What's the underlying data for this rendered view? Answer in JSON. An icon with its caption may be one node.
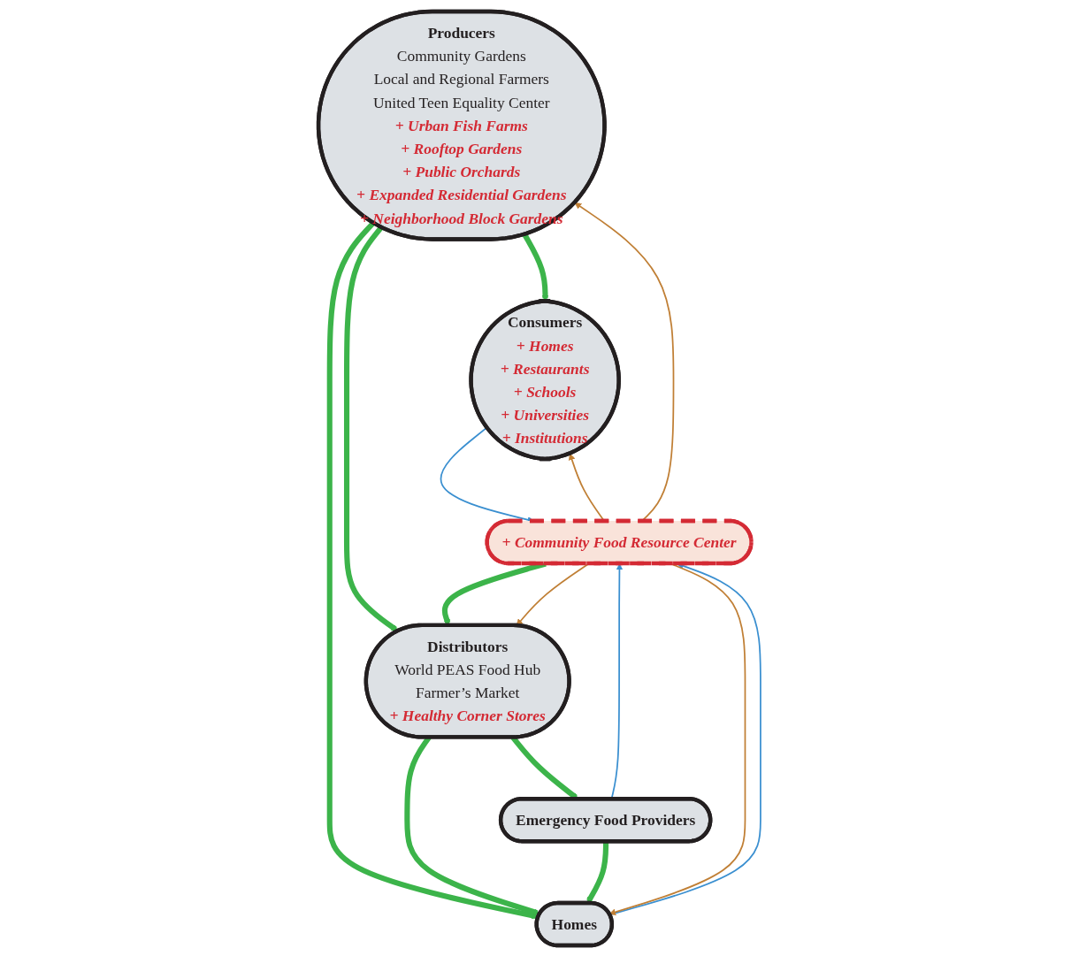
{
  "diagram": {
    "nodes": [
      {
        "text": [
          "Producers",
          "Community Gardens",
          "Local and Regional Farmers",
          "United Teen Equality Center",
          "+ Urban Fish Farms",
          "+ Rooftop Gardens",
          "+ Public Orchards",
          "+ Expanded Residential Gardens",
          "+ Neighborhood Block Gardens"
        ]
      },
      {
        "text": [
          "Consumers",
          "+ Homes",
          "+ Restaurants",
          "+ Schools",
          "+ Universities",
          "+ Institutions"
        ]
      },
      {
        "text": [
          "Distributors",
          "World PEAS Food Hub",
          "Farmer’s Market",
          "+ Healthy Corner Stores"
        ]
      },
      {
        "text": [
          "Homes"
        ]
      },
      {
        "text": [
          "Emergency Food Providers"
        ]
      },
      {
        "text": [
          "+ Community Food Resource Center"
        ]
      }
    ],
    "edges": [
      {
        "from": 0,
        "to": 1,
        "arrow": "to",
        "style": "thick"
      },
      {
        "from": 0,
        "to": 2,
        "arrow": "to",
        "style": "thick"
      },
      {
        "from": 0,
        "to": 3,
        "arrow": "to",
        "style": "thick"
      },
      {
        "from": 2,
        "to": 3,
        "arrow": "to",
        "style": "thick"
      },
      {
        "from": 2,
        "to": 4,
        "arrow": "to",
        "style": "thick"
      },
      {
        "from": 4,
        "to": 3,
        "arrow": "to",
        "style": "thick"
      },
      {
        "from": 5,
        "to": 2,
        "arrow": "to",
        "style": "thick"
      },
      {
        "from": 1,
        "to": 5,
        "arrow": "to",
        "color": "#3a8fd0"
      },
      {
        "from": 3,
        "to": 5,
        "arrow": "to",
        "color": "#3a8fd0"
      },
      {
        "from": 4,
        "to": 5,
        "arrow": "to",
        "color": "#3a8fd0"
      },
      {
        "from": 5,
        "to": 1,
        "arrow": "to",
        "color": "#c07f35"
      },
      {
        "from": 5,
        "to": 2,
        "arrow": "to",
        "color": "#c07f35"
      },
      {
        "from": 5,
        "to": 3,
        "arrow": "to",
        "color": "#c07f35"
      },
      {
        "from": 5,
        "to": 0,
        "arrow": "to",
        "color": "#c07f35"
      }
    ]
  }
}
